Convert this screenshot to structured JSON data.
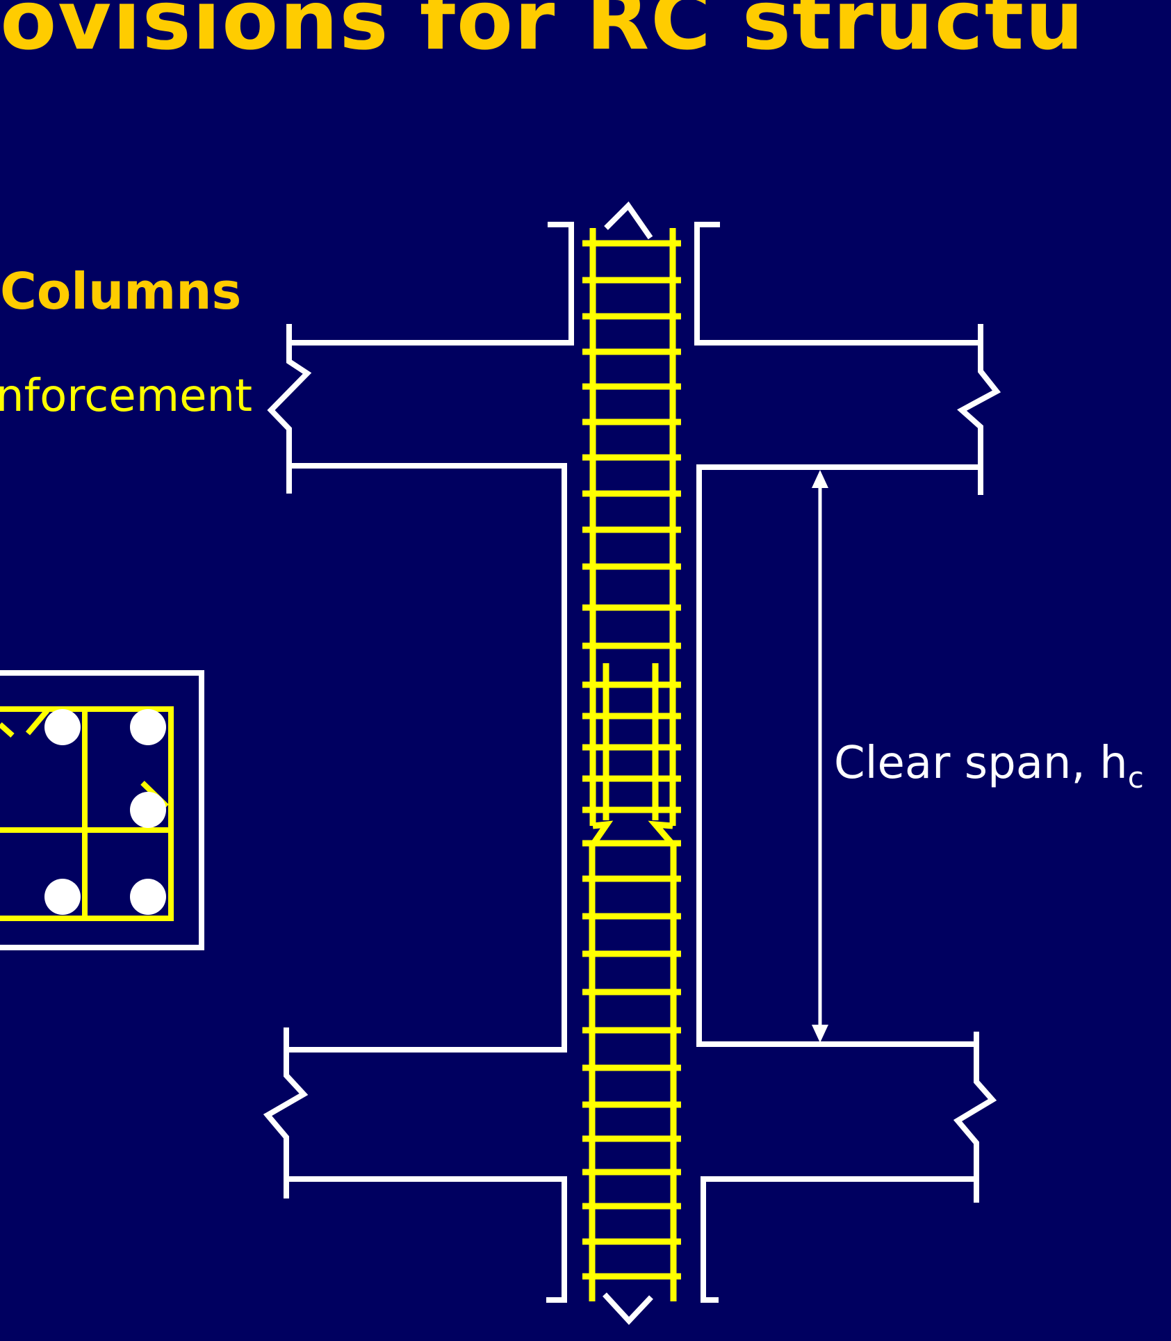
{
  "slide": {
    "title": "rovisions for RC structu",
    "subtitle": "Columns",
    "bullet": "nforcement",
    "dimension_label": "Clear span, h",
    "dimension_subscript": "c"
  },
  "colors": {
    "background": "#000060",
    "title": "#FFCC00",
    "bullet_text": "#FFFF00",
    "reinforcement": "#FFFF00",
    "concrete_outline": "#FFFFFF",
    "rebar_dots": "#FFFFFF"
  }
}
